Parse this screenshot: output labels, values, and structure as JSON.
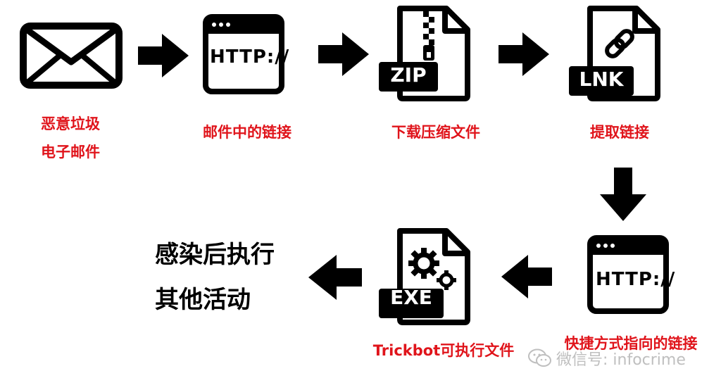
{
  "steps": {
    "step1": {
      "label_line1": "恶意垃圾",
      "label_line2": "电子邮件",
      "icon": "envelope-icon"
    },
    "step2": {
      "label": "邮件中的链接",
      "icon": "http-browser-icon",
      "icon_text": "HTTP://"
    },
    "step3": {
      "label": "下载压缩文件",
      "icon": "zip-file-icon",
      "icon_text": "ZIP"
    },
    "step4": {
      "label": "提取链接",
      "icon": "lnk-file-icon",
      "icon_text": "LNK"
    },
    "step5": {
      "label": "快捷方式指向的链接",
      "icon": "http-browser-icon",
      "icon_text": "HTTP://"
    },
    "step6": {
      "label": "Trickbot可执行文件",
      "icon": "exe-file-icon",
      "icon_text": "EXE"
    },
    "step7": {
      "label_line1": "感染后执行",
      "label_line2": "其他活动"
    }
  },
  "watermark": {
    "text": "微信号: infocrime",
    "icon": "wechat-icon"
  },
  "colors": {
    "label": "#e0141b",
    "icon": "#000000",
    "watermark": "#bfbfbf"
  }
}
